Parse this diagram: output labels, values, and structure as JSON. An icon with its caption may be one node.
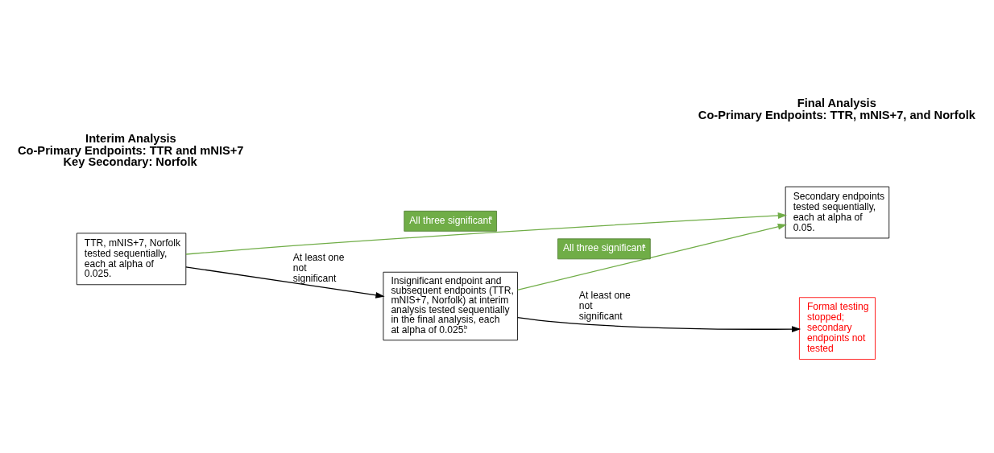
{
  "diagram": {
    "nodes": [
      {
        "text": [
          "TTR, mNIS+7, Norfolk tested sequentially, each at alpha of 0.025."
        ]
      },
      {
        "text": [
          "Secondary endpoints tested sequentially, each at alpha of 0.05."
        ]
      },
      {
        "text": [
          "Insignificant endpoint and subsequent endpoints (TTR, mNIS+7, Norfolk) at interim analysis tested sequentially in the final analysis, each at alpha of 0.025.$^{b}$"
        ]
      },
      {
        "text": [
          "Formal testing stopped; secondary endpoints not tested"
        ]
      }
    ],
    "edges": [
      {
        "from": 0,
        "to": 1,
        "arrow": "to",
        "label": "All three significant$^{a}$",
        "color": "#70ad47"
      },
      {
        "from": 0,
        "to": 2,
        "arrow": "to",
        "label": "At least one not significant",
        "color": "#000000"
      },
      {
        "from": 2,
        "to": 1,
        "arrow": "to",
        "label": "All three significant$^{a}$",
        "color": "#70ad47"
      },
      {
        "from": 2,
        "to": 3,
        "arrow": "to",
        "label": "At least one not significant",
        "color": "#000000"
      }
    ],
    "labels": [
      "Interim Analysis",
      "Co-Primary Endpoints: TTR and mNIS+7",
      "Key Secondary: Norfolk",
      "Final Analysis",
      "Co-Primary Endpoints: TTR, mNIS+7, and Norfolk"
    ]
  }
}
